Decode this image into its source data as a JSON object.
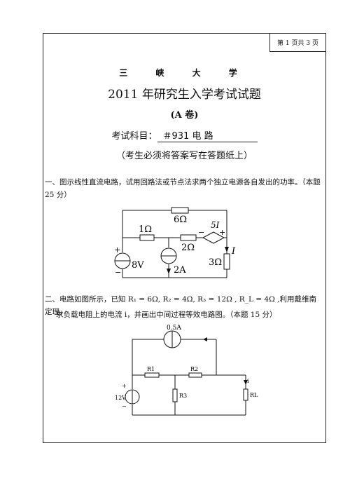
{
  "header": {
    "page_label": "第 1 页共  3  页"
  },
  "exam": {
    "school": "三 峡 大 学",
    "title": "2011 年研究生入学考试试题",
    "paper": "(A 卷)",
    "subject_label": "考试科目：",
    "subject_value": "＃931    电    路",
    "notice": "（考生必须将答案写在答题纸上）"
  },
  "questions": [
    {
      "text": "一、图示线性直流电路，试用回路法或节点法求两个独立电源各自发出的功率。（本题 25 分）"
    },
    {
      "text_a": "二、电路如图所示，已知 R₁ = 6Ω, R₂ = 4Ω, R₃ = 12Ω , R_L = 4Ω ,利用戴维南定理，",
      "text_b": "求负载电阻上的电流 i，并画出中间过程等效电路图。（本题 15 分）"
    }
  ],
  "circuit1": {
    "r6": "6Ω",
    "r1": "1Ω",
    "r2": "2Ω",
    "r3": "3Ω",
    "vs": "8V",
    "cs": "2A",
    "ccvs": "5I",
    "current": "I",
    "plus": "+",
    "minus": "−"
  },
  "circuit2": {
    "cs": "0.5A",
    "r1": "R1",
    "r2": "R2",
    "r3": "R3",
    "rl": "RL",
    "vs": "12V",
    "current": "i",
    "plus": "+",
    "minus": "−"
  }
}
